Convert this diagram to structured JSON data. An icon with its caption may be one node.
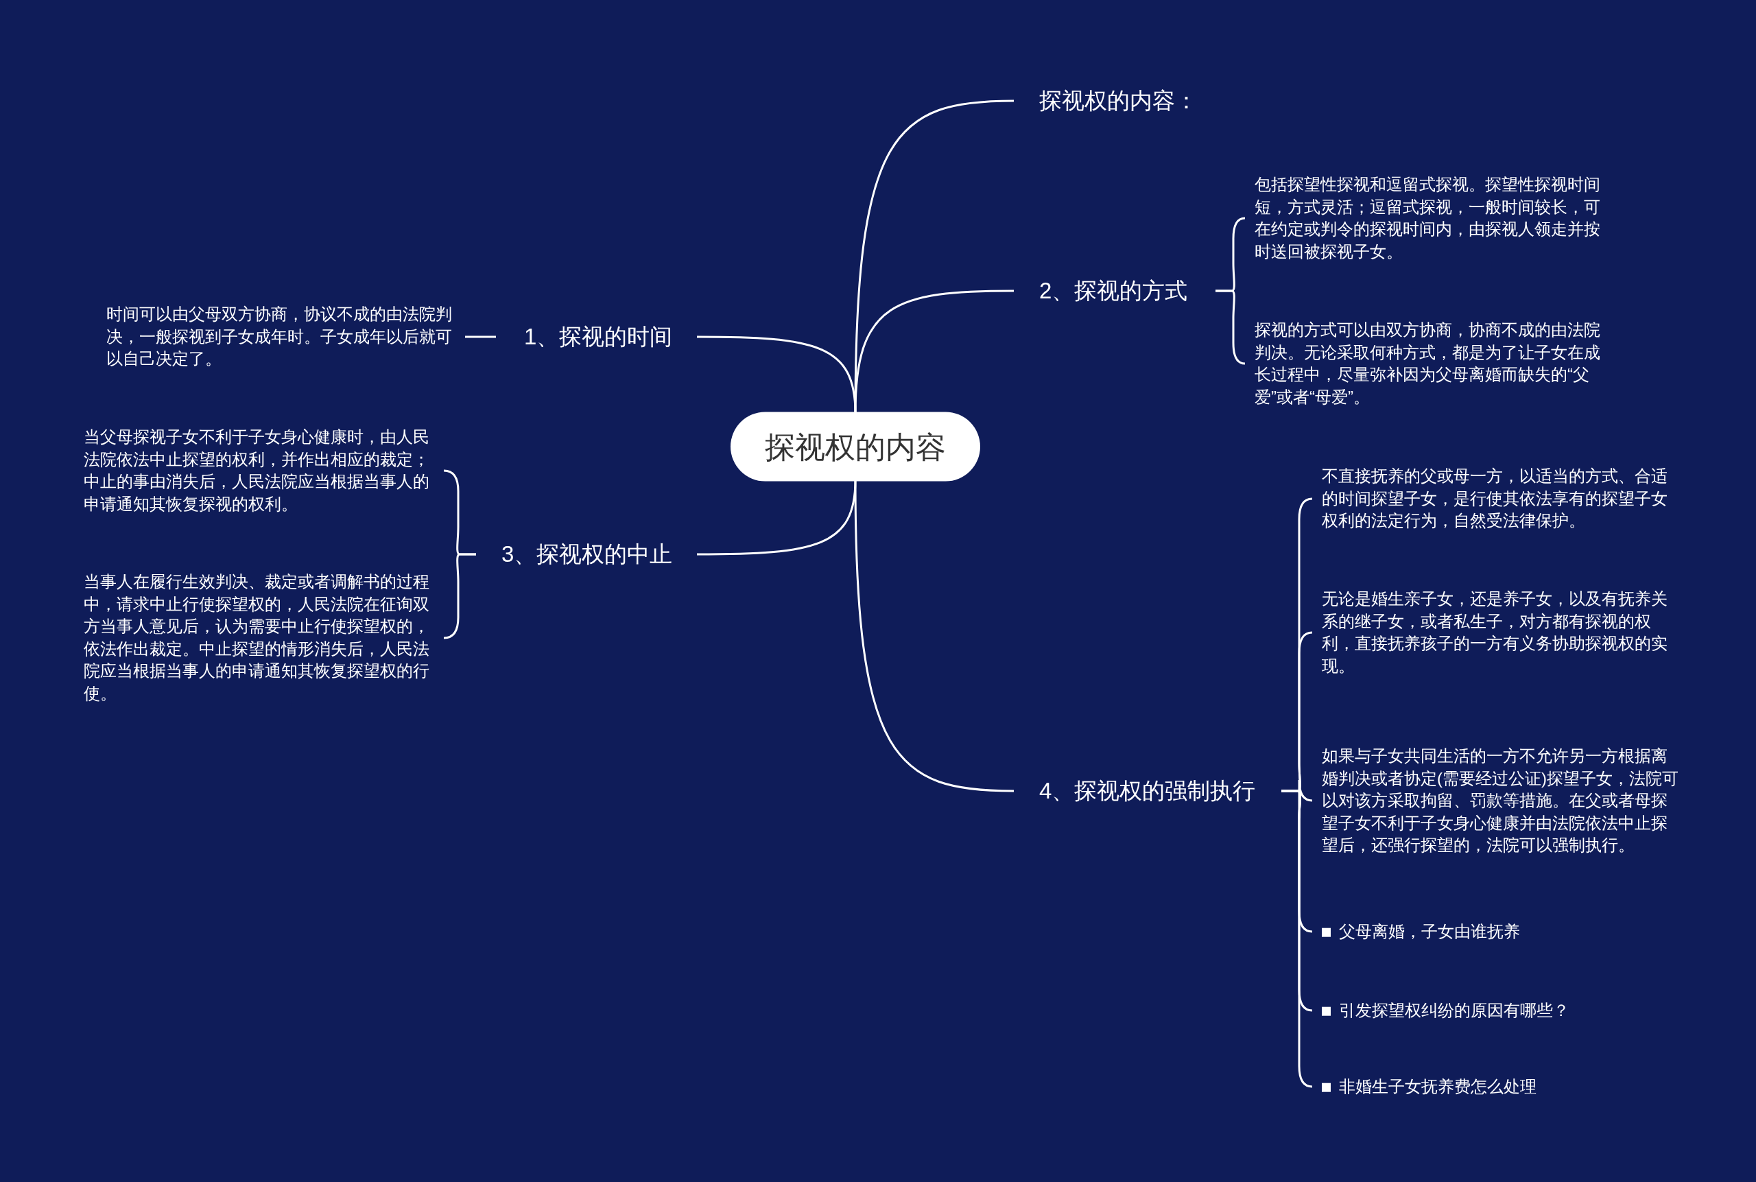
{
  "diagram": {
    "nodes": [
      {
        "text": [
          "探视权的内容"
        ]
      },
      {
        "text": [
          "探视权的内容："
        ]
      },
      {
        "text": [
          "2、探视的方式"
        ]
      },
      {
        "text": [
          "包括探望性探视和逗留式探视。探望性探视时间短，方式灵活；逗留式探视，一般时间较长，可在约定或判令的探视时间内，由探视人领走并按时送回被探视子女。"
        ]
      },
      {
        "text": [
          "探视的方式可以由双方协商，协商不成的由法院判决。无论采取何种方式，都是为了让子女在成长过程中，尽量弥补因为父母离婚而缺失的“父爱”或者“母爱”。"
        ]
      },
      {
        "text": [
          "4、探视权的强制执行"
        ]
      },
      {
        "text": [
          "不直接抚养的父或母一方，以适当的方式、合适的时间探望子女，是行使其依法享有的探望子女权利的法定行为，自然受法律保护。"
        ]
      },
      {
        "text": [
          "无论是婚生亲子女，还是养子女，以及有抚养关系的继子女，或者私生子，对方都有探视的权利，直接抚养孩子的一方有义务协助探视权的实现。"
        ]
      },
      {
        "text": [
          "如果与子女共同生活的一方不允许另一方根据离婚判决或者协定(需要经过公证)探望子女，法院可以对该方采取拘留、罚款等措施。在父或者母探望子女不利于子女身心健康并由法院依法中止探望后，还强行探望的，法院可以强制执行。"
        ]
      },
      {
        "text": [
          "父母离婚，子女由谁抚养"
        ]
      },
      {
        "text": [
          "引发探望权纠纷的原因有哪些？"
        ]
      },
      {
        "text": [
          "非婚生子女抚养费怎么处理"
        ]
      },
      {
        "text": [
          "1、探视的时间"
        ]
      },
      {
        "text": [
          "时间可以由父母双方协商，协议不成的由法院判决，一般探视到子女成年时。子女成年以后就可以自己决定了。"
        ]
      },
      {
        "text": [
          "3、探视权的中止"
        ]
      },
      {
        "text": [
          "当父母探视子女不利于子女身心健康时，由人民法院依法中止探望的权利，并作出相应的裁定；中止的事由消失后，人民法院应当根据当事人的申请通知其恢复探视的权利。"
        ]
      },
      {
        "text": [
          "当事人在履行生效判决、裁定或者调解书的过程中，请求中止行使探望权的，人民法院在征询双方当事人意见后，认为需要中止行使探望权的，依法作出裁定。中止探望的情形消失后，人民法院应当根据当事人的申请通知其恢复探望权的行使。"
        ]
      }
    ],
    "edges": [
      {
        "from": 0,
        "to": 1,
        "arrow": "none"
      },
      {
        "from": 0,
        "to": 2,
        "arrow": "none"
      },
      {
        "from": 2,
        "to": 3,
        "arrow": "none"
      },
      {
        "from": 2,
        "to": 4,
        "arrow": "none"
      },
      {
        "from": 0,
        "to": 5,
        "arrow": "none"
      },
      {
        "from": 5,
        "to": 6,
        "arrow": "none"
      },
      {
        "from": 5,
        "to": 7,
        "arrow": "none"
      },
      {
        "from": 5,
        "to": 8,
        "arrow": "none"
      },
      {
        "from": 5,
        "to": 9,
        "arrow": "none"
      },
      {
        "from": 5,
        "to": 10,
        "arrow": "none"
      },
      {
        "from": 5,
        "to": 11,
        "arrow": "none"
      },
      {
        "from": 0,
        "to": 12,
        "arrow": "none"
      },
      {
        "from": 12,
        "to": 13,
        "arrow": "none"
      },
      {
        "from": 0,
        "to": 14,
        "arrow": "none"
      },
      {
        "from": 14,
        "to": 15,
        "arrow": "none"
      },
      {
        "from": 14,
        "to": 16,
        "arrow": "none"
      }
    ]
  }
}
